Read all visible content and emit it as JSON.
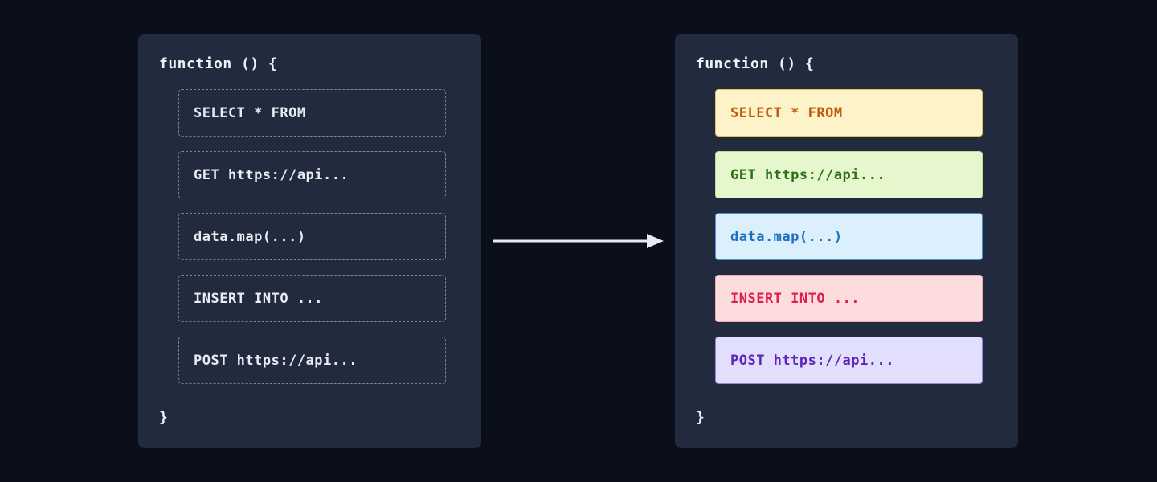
{
  "left_panel": {
    "function_open": "function () {",
    "function_close": "}",
    "items": [
      {
        "label": "SELECT * FROM"
      },
      {
        "label": "GET https://api..."
      },
      {
        "label": "data.map(...)"
      },
      {
        "label": "INSERT INTO ..."
      },
      {
        "label": "POST https://api..."
      }
    ]
  },
  "right_panel": {
    "function_open": "function () {",
    "function_close": "}",
    "items": [
      {
        "label": "SELECT * FROM",
        "bg": "#fdf3c8",
        "text": "#c25a0c",
        "border": "#e3c258"
      },
      {
        "label": "GET https://api...",
        "bg": "#e7f7cd",
        "text": "#2e7016",
        "border": "#b9dd90"
      },
      {
        "label": "data.map(...)",
        "bg": "#dceffc",
        "text": "#1b6fbd",
        "border": "#4a8fd0"
      },
      {
        "label": "INSERT INTO ...",
        "bg": "#fcdcdc",
        "text": "#dc2048",
        "border": "#efaab2"
      },
      {
        "label": "POST https://api...",
        "bg": "#e1dffc",
        "text": "#5d24ba",
        "border": "#9488de"
      }
    ]
  },
  "arrow": {
    "icon": "arrow-right-icon",
    "color": "#e8ebf1"
  }
}
